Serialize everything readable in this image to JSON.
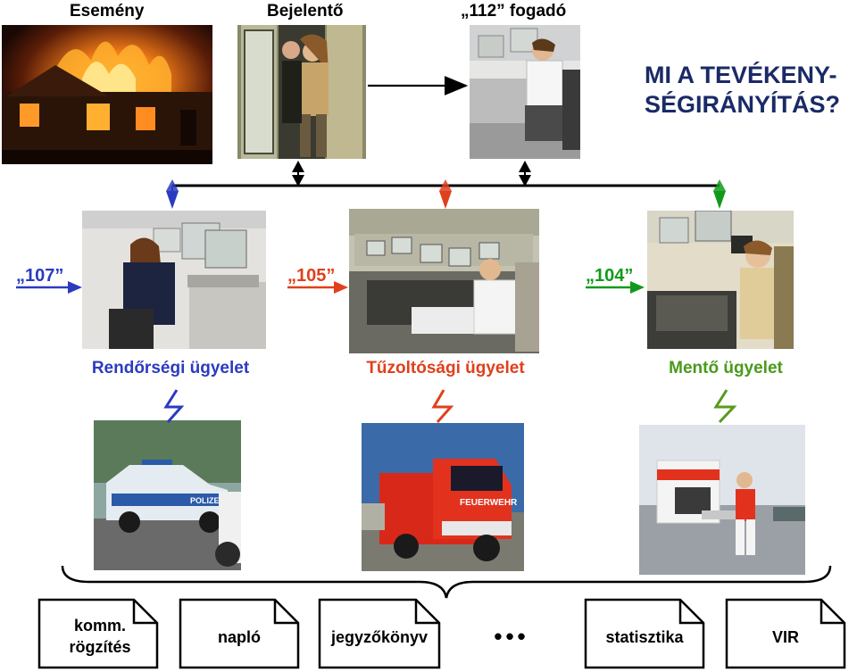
{
  "top_labels": {
    "event": "Esemény",
    "reporter": "Bejelentő",
    "receiver": "„112” fogadó"
  },
  "title": {
    "line1": "MI A TEVÉKENY-",
    "line2": "SÉGIRÁNYÍTÁS?"
  },
  "dispatch": [
    {
      "number": "„107”",
      "label": "Rendőrségi ügyelet",
      "color": "#2b3bc0"
    },
    {
      "number": "„105”",
      "label": "Tűzoltósági ügyelet",
      "color": "#e0401c"
    },
    {
      "number": "„104”",
      "label": "Mentő ügyelet",
      "color": "#119a1a"
    }
  ],
  "vehicle_text": {
    "police": "POLIZEI",
    "fire": "FEUERWEHR"
  },
  "documents": [
    {
      "line1": "komm.",
      "line2": "rögzítés"
    },
    {
      "line1": "napló"
    },
    {
      "line1": "jegyzőkönyv"
    },
    {
      "line1": "statisztika"
    },
    {
      "line1": "VIR"
    }
  ],
  "ellipsis": "•••",
  "colors": {
    "police": "#2b3bc0",
    "fire": "#e0401c",
    "ambulance": "#119a1a",
    "title": "#1a2a66"
  }
}
